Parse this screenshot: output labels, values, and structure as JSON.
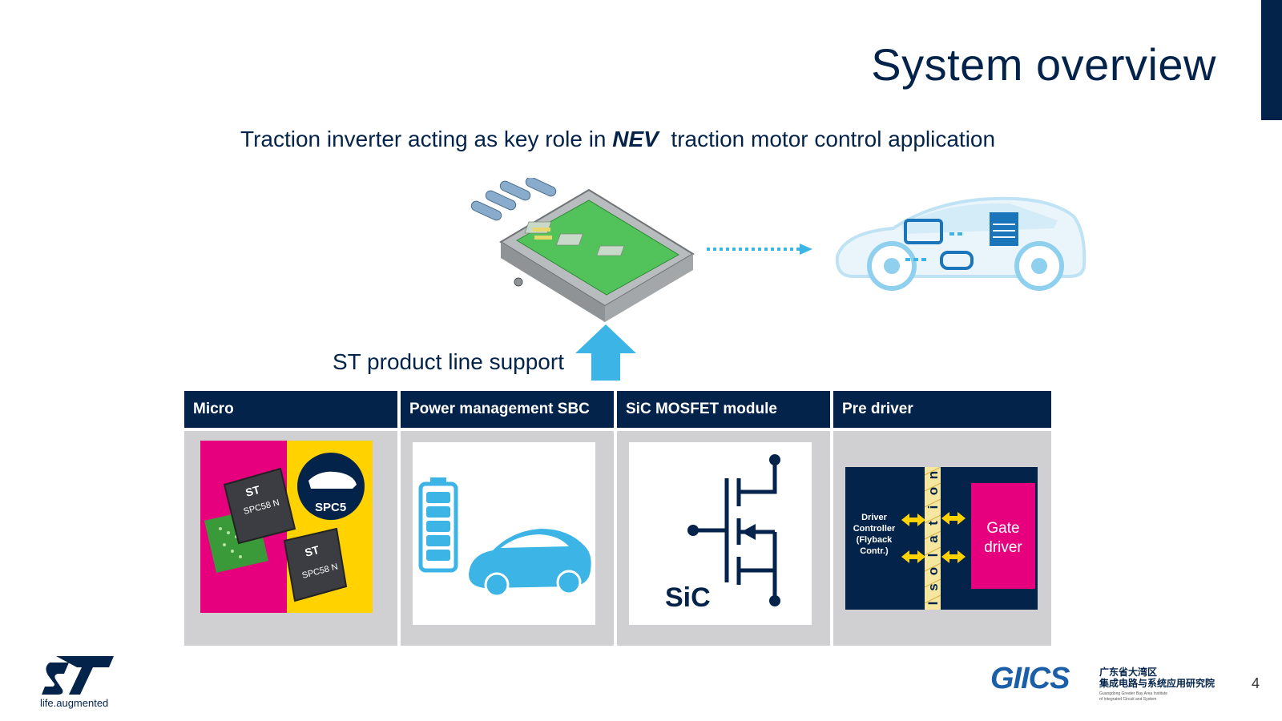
{
  "slide": {
    "title": "System overview",
    "subtitle_pre": "Traction inverter acting as key role in ",
    "subtitle_em": "NEV",
    "subtitle_post": "  traction motor control application",
    "support_label": "ST product line support",
    "page_number": "4"
  },
  "table": {
    "headers": [
      "Micro",
      "Power management SBC",
      "SiC MOSFET  module",
      "Pre driver"
    ]
  },
  "micro": {
    "chip_label_1": "SPC58 N",
    "chip_label_2": "SPC58 N",
    "badge": "SPC5"
  },
  "sic": {
    "label": "SiC"
  },
  "predriver": {
    "controller_lines": [
      "Driver",
      "Controller",
      "(Flyback",
      "Contr.)"
    ],
    "isolation_letters": [
      "I",
      "s",
      "o",
      "l",
      "a",
      "t",
      "i",
      "o",
      "n"
    ],
    "gate_lines": [
      "Gate",
      "driver"
    ]
  },
  "footer": {
    "st_tagline": "life.augmented",
    "giics": "GIICS",
    "giics_cn_1": "广东省大湾区",
    "giics_cn_2": "集成电路与系统应用研究院",
    "giics_en_1": "Guangdong Greater Bay Area Institute",
    "giics_en_2": "of Integrated Circuit and System"
  },
  "colors": {
    "navy": "#03234b",
    "blue": "#3cb4e6",
    "magenta": "#e6007e",
    "yellow": "#ffd200"
  }
}
